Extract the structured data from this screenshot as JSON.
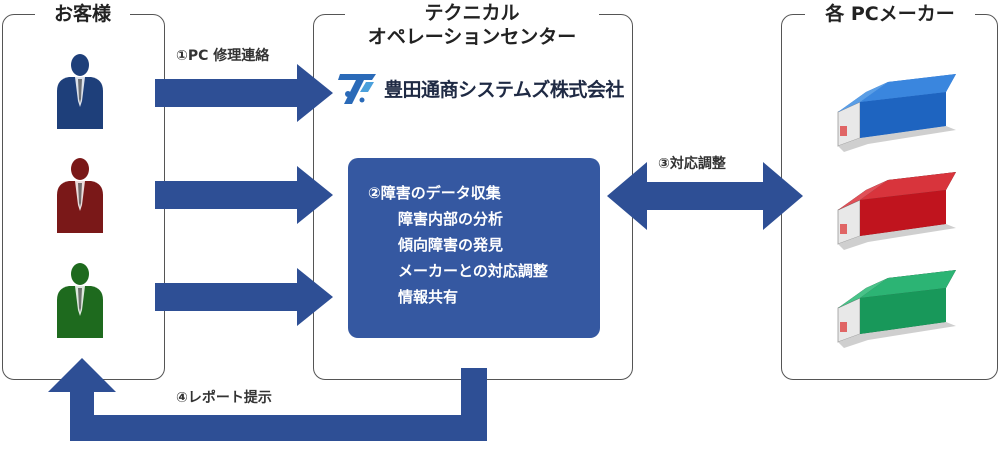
{
  "customer": {
    "title": "お客様"
  },
  "center": {
    "title_line1": "テクニカル",
    "title_line2": "オペレーションセンター"
  },
  "makers": {
    "title": "各 PCメーカー"
  },
  "flow": {
    "step1": "①PC 修理連絡",
    "step3": "③対応調整",
    "step4": "④レポート提示"
  },
  "company": {
    "name": "豊田通商システムズ株式会社"
  },
  "tasks": {
    "main": "②障害のデータ収集",
    "subs": [
      "障害内部の分析",
      "傾向障害の発見",
      "メーカーとの対応調整",
      "情報共有"
    ]
  },
  "colors": {
    "arrow": "#2e4f95",
    "task_box": "#3558a1",
    "person_1": "#1e3f7a",
    "person_2": "#7a1818",
    "person_3": "#1e6a1e",
    "factory_1": "#1e64c0",
    "factory_2": "#c0141e",
    "factory_3": "#18985a"
  },
  "icons": [
    "businessman-icon",
    "factory-icon",
    "company-logo-icon"
  ]
}
